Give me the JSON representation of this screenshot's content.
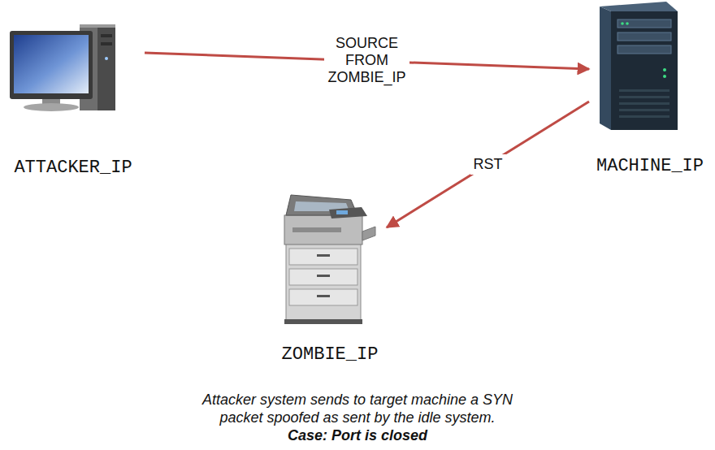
{
  "diagram": {
    "caption": "Attacker system sends to target machine a SYN packet spoofed as sent by the idle system.",
    "nodes": [
      {
        "text": [
          "ATTACKER_IP"
        ]
      },
      {
        "text": [
          "MACHINE_IP"
        ]
      },
      {
        "text": [
          "ZOMBIE_IP"
        ]
      }
    ],
    "edges": [
      {
        "from": 0,
        "to": 1,
        "label": "SOURCE FROM ZOMBIE_IP",
        "arrow": "to"
      },
      {
        "from": 1,
        "to": 2,
        "label": "RST",
        "arrow": "to"
      }
    ],
    "labels": [
      "Case: Port is closed"
    ]
  }
}
